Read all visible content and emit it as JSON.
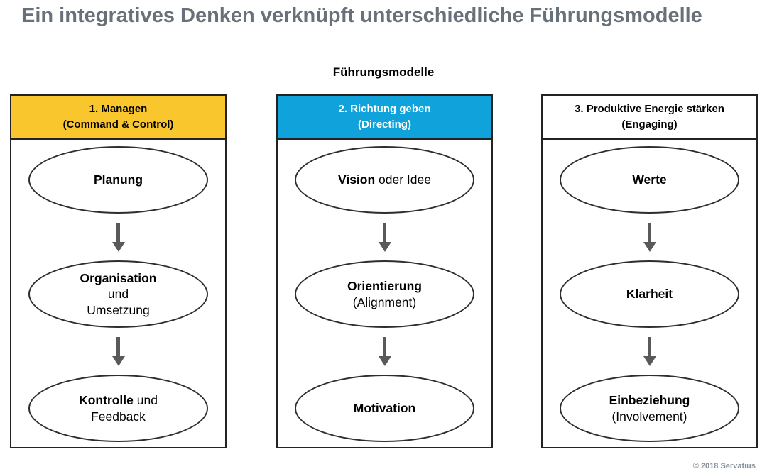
{
  "slide": {
    "title": "Ein integratives Denken verknüpft unterschiedliche Führungsmodelle",
    "diagram_title": "Führungsmodelle",
    "copyright": "© 2018 Servatius"
  },
  "colors": {
    "title_text": "#68717a",
    "header_managen_bg": "#fac62d",
    "header_richtung_bg": "#0fa2db",
    "header_energie_bg": "#ffffff",
    "arrow": "#595959",
    "box_border": "#232323",
    "copyright_text": "#8a939e"
  },
  "columns": [
    {
      "header": {
        "line1": "1. Managen",
        "line2": "(Command & Control)"
      },
      "nodes": [
        {
          "line1_bold": "Planung",
          "line1_rest": ""
        },
        {
          "line1_bold": "Organisation",
          "line1_rest": "",
          "line2": "und",
          "line3": "Umsetzung"
        },
        {
          "line1_bold": "Kontrolle",
          "line1_rest": " und",
          "line2": "Feedback"
        }
      ]
    },
    {
      "header": {
        "line1": "2. Richtung geben",
        "line2": "(Directing)"
      },
      "nodes": [
        {
          "line1_bold": "Vision",
          "line1_rest": " oder Idee"
        },
        {
          "line1_bold": "Orientierung",
          "line1_rest": "",
          "line2": "(Alignment)"
        },
        {
          "line1_bold": "Motivation",
          "line1_rest": ""
        }
      ]
    },
    {
      "header": {
        "line1": "3. Produktive Energie stärken",
        "line2": "(Engaging)"
      },
      "nodes": [
        {
          "line1_bold": "Werte",
          "line1_rest": ""
        },
        {
          "line1_bold": "Klarheit",
          "line1_rest": ""
        },
        {
          "line1_bold": "Einbeziehung",
          "line1_rest": "",
          "line2": "(Involvement)"
        }
      ]
    }
  ]
}
